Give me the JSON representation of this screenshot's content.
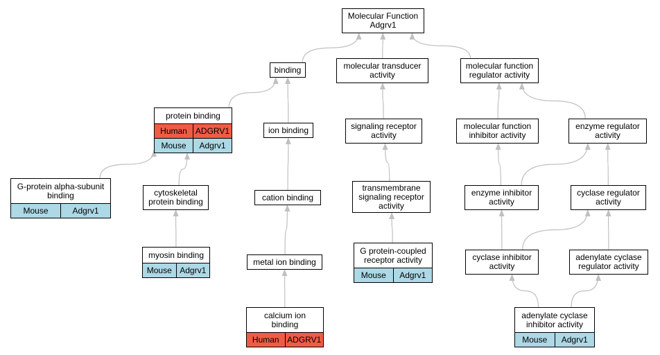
{
  "colors": {
    "human": "#f05b45",
    "mouse": "#add8e6",
    "edge": "#c0c0c0"
  },
  "nodes": {
    "root": {
      "label": "Molecular Function\nAdgrv1"
    },
    "binding": {
      "label": "binding"
    },
    "mol_transducer": {
      "label": "molecular transducer\nactivity"
    },
    "mf_regulator": {
      "label": "molecular function\nregulator activity"
    },
    "protein_binding": {
      "label": "protein binding",
      "rows": [
        {
          "species": "Human",
          "gene": "ADGRV1"
        },
        {
          "species": "Mouse",
          "gene": "Adgrv1"
        }
      ]
    },
    "ion_binding": {
      "label": "ion binding"
    },
    "signaling_receptor": {
      "label": "signaling receptor\nactivity"
    },
    "mf_inhibitor": {
      "label": "molecular function\ninhibitor activity"
    },
    "enzyme_regulator": {
      "label": "enzyme regulator\nactivity"
    },
    "g_alpha": {
      "label": "G-protein alpha-subunit\nbinding",
      "rows": [
        {
          "species": "Mouse",
          "gene": "Adgrv1"
        }
      ]
    },
    "cytoskeletal": {
      "label": "cytoskeletal\nprotein binding"
    },
    "cation_binding": {
      "label": "cation binding"
    },
    "transmembrane": {
      "label": "transmembrane\nsignaling receptor\nactivity"
    },
    "enzyme_inhibitor": {
      "label": "enzyme inhibitor\nactivity"
    },
    "cyclase_regulator": {
      "label": "cyclase regulator\nactivity"
    },
    "myosin": {
      "label": "myosin binding",
      "rows": [
        {
          "species": "Mouse",
          "gene": "Adgrv1"
        }
      ]
    },
    "metal_ion": {
      "label": "metal ion binding"
    },
    "gpcr": {
      "label": "G protein-coupled\nreceptor activity",
      "rows": [
        {
          "species": "Mouse",
          "gene": "Adgrv1"
        }
      ]
    },
    "cyclase_inhibitor": {
      "label": "cyclase inhibitor\nactivity"
    },
    "adenylate_regulator": {
      "label": "adenylate cyclase\nregulator activity"
    },
    "calcium_ion": {
      "label": "calcium ion\nbinding",
      "rows": [
        {
          "species": "Human",
          "gene": "ADGRV1"
        }
      ]
    },
    "adenylate_inhibitor": {
      "label": "adenylate cyclase\ninhibitor activity",
      "rows": [
        {
          "species": "Mouse",
          "gene": "Adgrv1"
        }
      ]
    }
  },
  "edges": [
    [
      "binding",
      "root"
    ],
    [
      "mol_transducer",
      "root"
    ],
    [
      "mf_regulator",
      "root"
    ],
    [
      "protein_binding",
      "binding"
    ],
    [
      "ion_binding",
      "binding"
    ],
    [
      "g_alpha",
      "protein_binding"
    ],
    [
      "cytoskeletal",
      "protein_binding"
    ],
    [
      "myosin",
      "cytoskeletal"
    ],
    [
      "cation_binding",
      "ion_binding"
    ],
    [
      "metal_ion",
      "cation_binding"
    ],
    [
      "calcium_ion",
      "metal_ion"
    ],
    [
      "signaling_receptor",
      "mol_transducer"
    ],
    [
      "transmembrane",
      "signaling_receptor"
    ],
    [
      "gpcr",
      "transmembrane"
    ],
    [
      "mf_inhibitor",
      "mf_regulator"
    ],
    [
      "enzyme_regulator",
      "mf_regulator"
    ],
    [
      "enzyme_inhibitor",
      "mf_inhibitor"
    ],
    [
      "enzyme_inhibitor",
      "enzyme_regulator"
    ],
    [
      "cyclase_regulator",
      "enzyme_regulator"
    ],
    [
      "cyclase_inhibitor",
      "enzyme_inhibitor"
    ],
    [
      "cyclase_inhibitor",
      "cyclase_regulator"
    ],
    [
      "adenylate_regulator",
      "cyclase_regulator"
    ],
    [
      "adenylate_inhibitor",
      "cyclase_inhibitor"
    ],
    [
      "adenylate_inhibitor",
      "adenylate_regulator"
    ]
  ]
}
